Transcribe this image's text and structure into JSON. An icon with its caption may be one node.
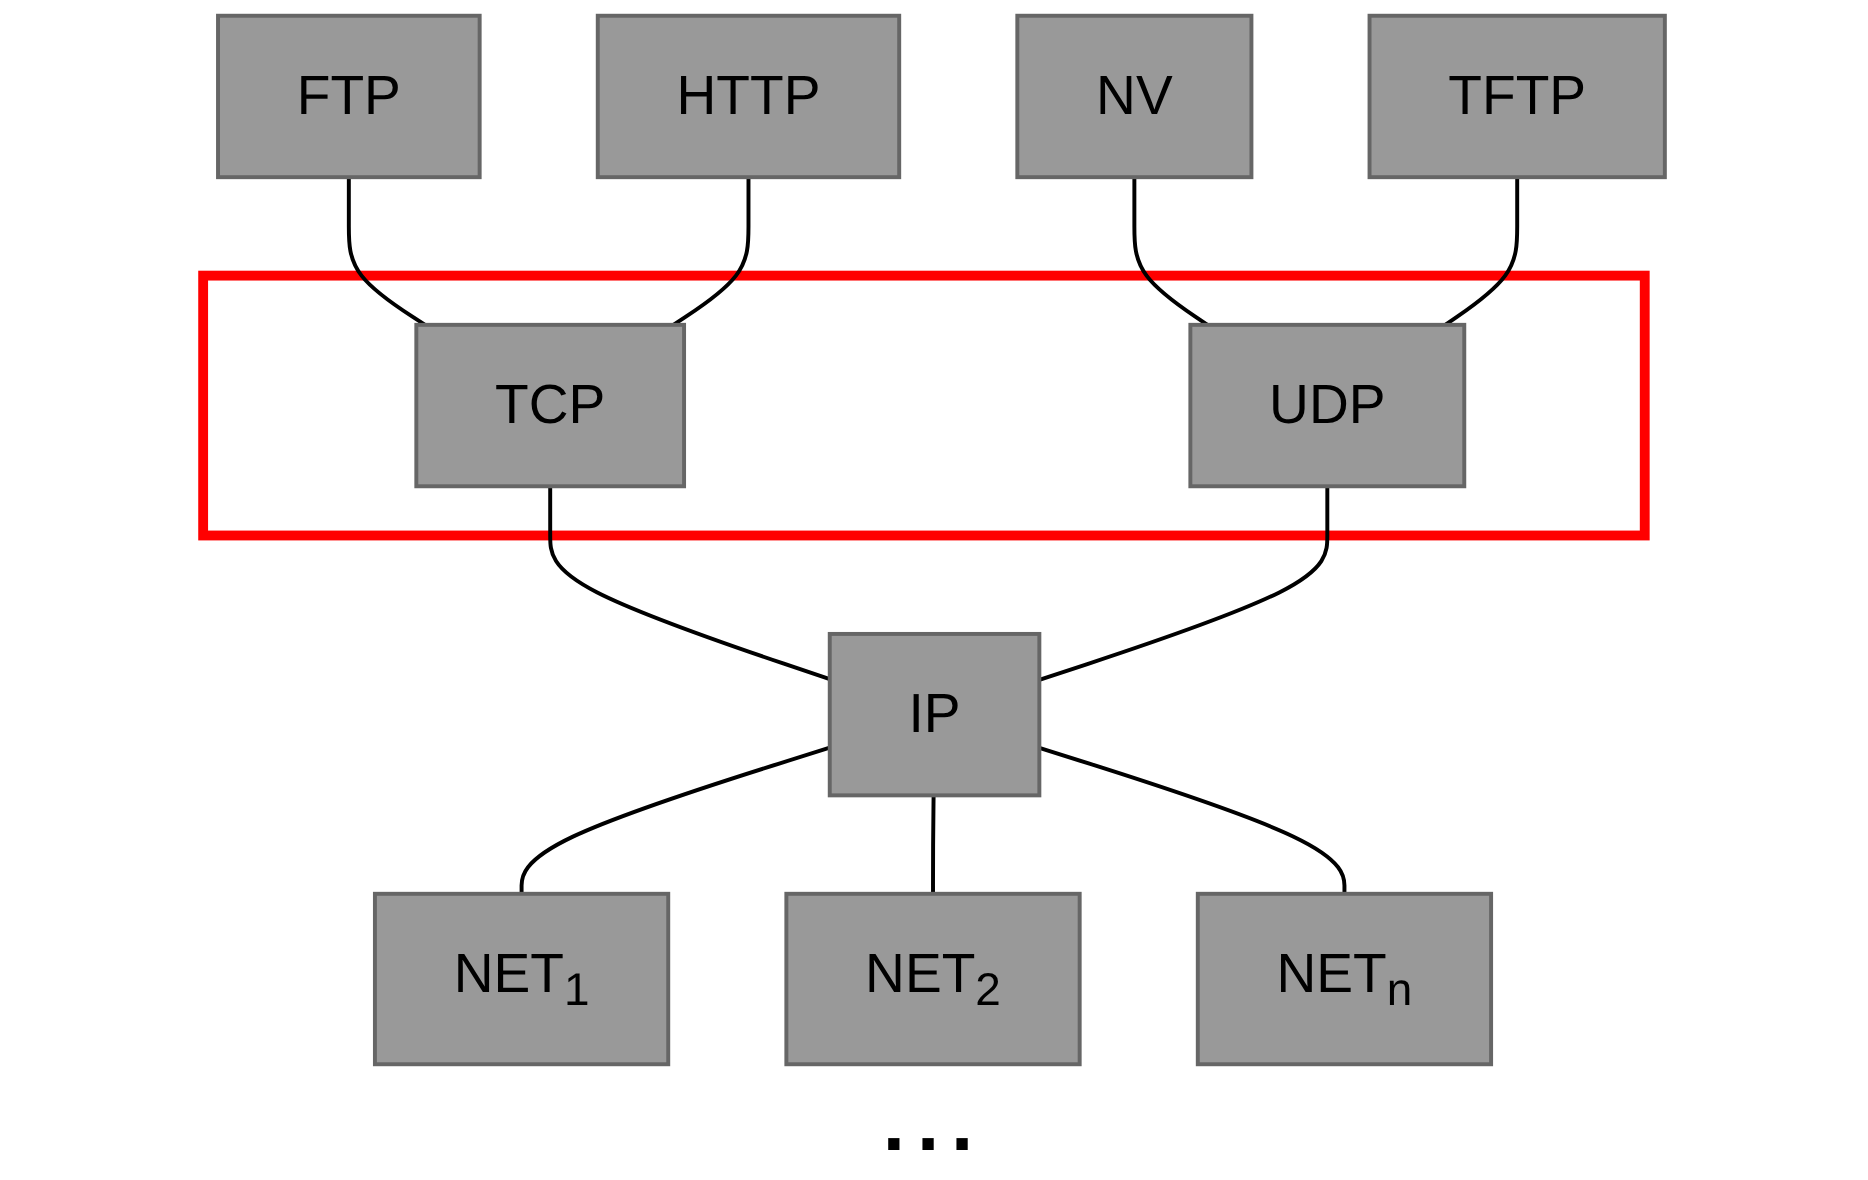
{
  "diagram": {
    "nodes": [
      {
        "text": [
          "FTP"
        ]
      },
      {
        "text": [
          "HTTP"
        ]
      },
      {
        "text": [
          "NV"
        ]
      },
      {
        "text": [
          "TFTP"
        ]
      },
      {
        "text": [],
        "shape": "box"
      },
      {
        "text": [
          "TCP"
        ],
        "in": 4
      },
      {
        "text": [
          "UDP"
        ],
        "in": 4
      },
      {
        "text": [
          "IP"
        ]
      },
      {
        "text": [
          "NET$_{1}$"
        ]
      },
      {
        "text": [
          "NET$_{2}$"
        ]
      },
      {
        "text": [
          "NET$_{n}$"
        ]
      }
    ],
    "edges": [
      {
        "from": 0,
        "to": 5,
        "arrow": "none"
      },
      {
        "from": 1,
        "to": 5,
        "arrow": "none"
      },
      {
        "from": 2,
        "to": 6,
        "arrow": "none"
      },
      {
        "from": 3,
        "to": 6,
        "arrow": "none"
      },
      {
        "from": 5,
        "to": 7,
        "arrow": "none"
      },
      {
        "from": 6,
        "to": 7,
        "arrow": "none"
      },
      {
        "from": 7,
        "to": 8,
        "arrow": "none"
      },
      {
        "from": 7,
        "to": 9,
        "arrow": "none"
      },
      {
        "from": 7,
        "to": 10,
        "arrow": "none"
      }
    ],
    "labels": [
      "..."
    ]
  }
}
